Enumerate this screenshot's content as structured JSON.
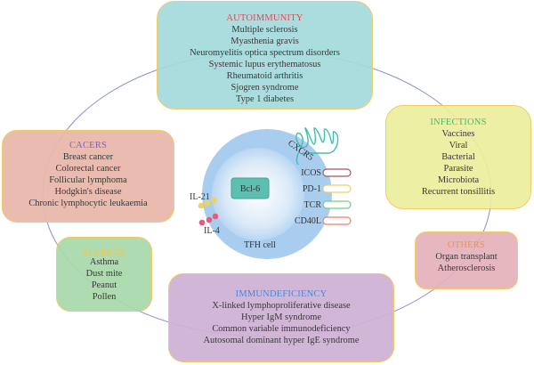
{
  "diagram": {
    "center_cell": {
      "name": "TFH cell",
      "nucleus_factor": "Bcl-6",
      "receptors": [
        {
          "label": "CXCR5",
          "color": "#3fbfae"
        },
        {
          "label": "ICOS",
          "color": "#a65656"
        },
        {
          "label": "PD-1",
          "color": "#f1cf6b"
        },
        {
          "label": "TCR",
          "color": "#6fcd8a"
        },
        {
          "label": "CD40L",
          "color": "#ee7f6b"
        }
      ],
      "cytokines": [
        {
          "label": "IL-21",
          "color": "#f3d05a"
        },
        {
          "label": "IL-4",
          "color": "#e95b7b"
        }
      ]
    },
    "categories": {
      "autoimmunity": {
        "title": "AUTOIMMUNITY",
        "title_color": "#e2394a",
        "items": [
          "Multiple sclerosis",
          "Myasthenia gravis",
          "Neuromyelitis optica spectrum disorders",
          "Systemic lupus erythematosus",
          "Rheumatoid arthritis",
          "Sjogren syndrome",
          "Type 1 diabetes"
        ]
      },
      "cancers": {
        "title": "CACERS",
        "title_color": "#7e4fb8",
        "items": [
          "Breast cancer",
          "Colorectal cancer",
          "Follicular lymphoma",
          "Hodgkin's disease",
          "Chronic lymphocytic leukaemia"
        ]
      },
      "infections": {
        "title": "INFECTIONS",
        "title_color": "#3fb45a",
        "items": [
          "Vaccines",
          "Viral",
          "Bacterial",
          "Parasite",
          "Microbiota",
          "Recurrent tonsillitis"
        ]
      },
      "allergy": {
        "title": "ALLERGY",
        "title_color": "#f2c23d",
        "items": [
          "Asthma",
          "Dust mite",
          "Peanut",
          "Pollen"
        ]
      },
      "others": {
        "title": "OTHERS",
        "title_color": "#f08c3c",
        "items": [
          "Organ transplant",
          "Atherosclerosis"
        ]
      },
      "immunodeficiency": {
        "title": "IMMUNDEFICIENCY",
        "title_color": "#3a7fd0",
        "items": [
          "X-linked lymphoproliferative disease",
          "Hyper IgM syndrome",
          "Common variable immunodeficiency",
          "Autosomal dominant hyper IgE syndrome"
        ]
      }
    }
  }
}
